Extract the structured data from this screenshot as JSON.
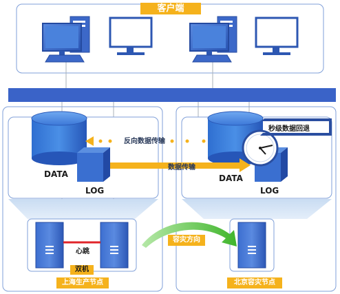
{
  "client_label": "客户端",
  "shanghai": {
    "data_label": "DATA",
    "log_label": "LOG",
    "heartbeat_label": "心跳",
    "dual_label": "双机",
    "node_label": "上海生产节点"
  },
  "beijing": {
    "data_label": "DATA",
    "log_label": "LOG",
    "rollback_label": "秒级数据回退",
    "node_label": "北京容灾节点"
  },
  "flows": {
    "reverse_label": "反向数据传输",
    "forward_label": "数据传输",
    "dr_direction_label": "容灾方向"
  },
  "colors": {
    "primary_blue": "#3a63c8",
    "orange": "#f5b21c",
    "heartbeat_red": "#e0242a",
    "green": "#4fbf3a"
  }
}
